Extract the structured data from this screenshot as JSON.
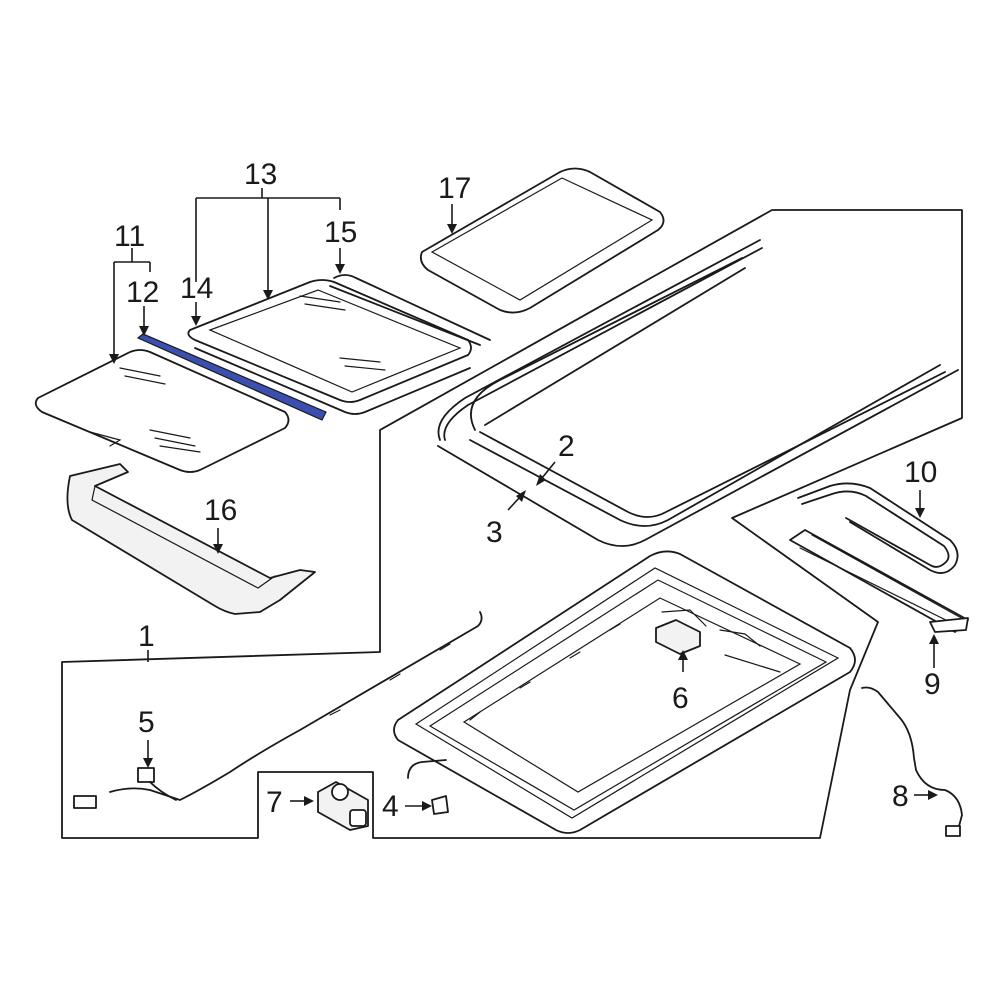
{
  "diagram": {
    "accent_color": "#3b4fb0",
    "highlighted_part": "12",
    "callouts": [
      {
        "id": "c1",
        "text": "1"
      },
      {
        "id": "c2",
        "text": "2"
      },
      {
        "id": "c3",
        "text": "3"
      },
      {
        "id": "c4",
        "text": "4"
      },
      {
        "id": "c5",
        "text": "5"
      },
      {
        "id": "c6",
        "text": "6"
      },
      {
        "id": "c7",
        "text": "7"
      },
      {
        "id": "c8",
        "text": "8"
      },
      {
        "id": "c9",
        "text": "9"
      },
      {
        "id": "c10",
        "text": "10"
      },
      {
        "id": "c11",
        "text": "11"
      },
      {
        "id": "c12",
        "text": "12"
      },
      {
        "id": "c13",
        "text": "13"
      },
      {
        "id": "c14",
        "text": "14"
      },
      {
        "id": "c15",
        "text": "15"
      },
      {
        "id": "c16",
        "text": "16"
      },
      {
        "id": "c17",
        "text": "17"
      }
    ]
  }
}
